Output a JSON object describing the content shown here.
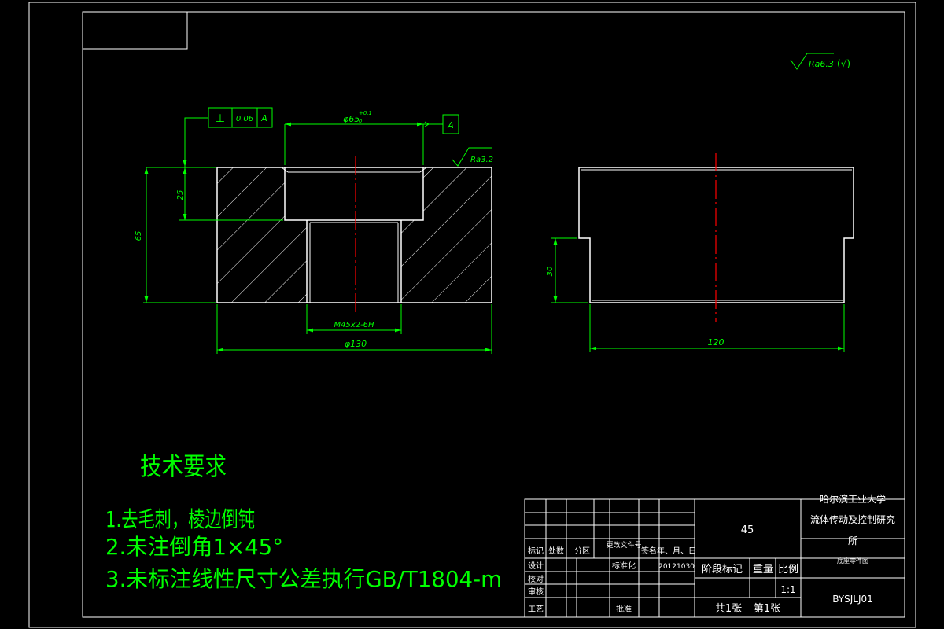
{
  "front_view": {
    "flatness_frame": {
      "symbol": "⊥",
      "value": "0.06",
      "datum": "A"
    },
    "datum_tag": "A",
    "dim_bore_dia": "φ65",
    "dim_bore_tol": "+0.1",
    "dim_bore_tol_lower": "0",
    "roughness": "Ra3.2",
    "dim_depth": "25",
    "dim_height": "65",
    "dim_thread": "M45x2-6H",
    "dim_outer_dia": "φ130"
  },
  "side_view": {
    "dim_step": "30",
    "dim_width": "120"
  },
  "general_roughness": {
    "value": "Ra6.3",
    "bracket": "(√)"
  },
  "tech_requirements": {
    "title": "技术要求",
    "items": [
      "1.去毛刺，棱边倒钝",
      "2.未注倒角1×45°",
      "3.未标注线性尺寸公差执行GB/T1804-m"
    ]
  },
  "title_block": {
    "material": "45",
    "institution_line1": "哈尔滨工业大学",
    "institution_line2": "流体传动及控制研究",
    "institution_line3": "所",
    "part_name": "底座零件图",
    "drawing_no": "BYSJLJ01",
    "header": {
      "mark": "标记",
      "count": "处数",
      "zone": "分区",
      "change_doc": "更改文件号",
      "sign": "签名",
      "date": "年、月、日"
    },
    "rows": {
      "design": "设计",
      "check": "校对",
      "review": "审核",
      "process": "工艺"
    },
    "standardize": "标准化",
    "design_date": "20121030",
    "approve": "批准",
    "stage_mark": "阶段标记",
    "weight": "重量",
    "scale_label": "比例",
    "scale_value": "1:1",
    "sheets_total": "共1张",
    "sheet_no": "第1张"
  },
  "colors": {
    "outline": "#ffffff",
    "annotation": "#00ff00",
    "centerline": "#ff0000"
  }
}
